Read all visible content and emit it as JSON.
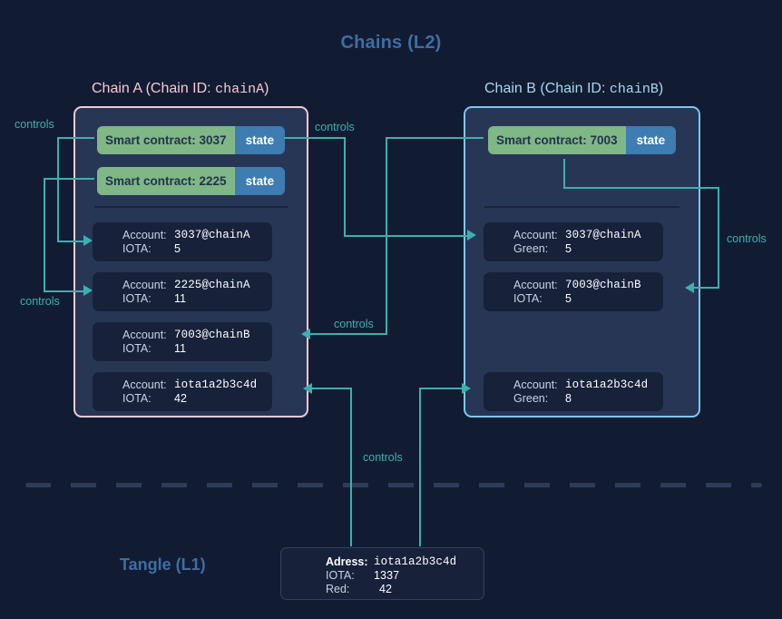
{
  "headings": {
    "l2": "Chains (L2)",
    "l1": "Tangle (L1)"
  },
  "chains": [
    {
      "id": "chainA",
      "title_prefix": "Chain A (Chain ID: ",
      "title_id": "chainA",
      "title_suffix": ")",
      "border_color": "#f6c9d4",
      "contracts": [
        {
          "label": "Smart contract: 3037",
          "state_label": "state"
        },
        {
          "label": "Smart contract: 2225",
          "state_label": "state"
        }
      ],
      "accounts": [
        {
          "key1": "Account:",
          "val1": "3037@chainA",
          "key2": "IOTA:",
          "val2": "5"
        },
        {
          "key1": "Account:",
          "val1": "2225@chainA",
          "key2": "IOTA:",
          "val2": "11"
        },
        {
          "key1": "Account:",
          "val1": "7003@chainB",
          "key2": "IOTA:",
          "val2": "11"
        },
        {
          "key1": "Account:",
          "val1": "iota1a2b3c4d",
          "key2": "IOTA:",
          "val2": "42"
        }
      ]
    },
    {
      "id": "chainB",
      "title_prefix": "Chain B (Chain ID: ",
      "title_id": "chainB",
      "title_suffix": ")",
      "border_color": "#7cc8f0",
      "contracts": [
        {
          "label": "Smart contract: 7003",
          "state_label": "state"
        }
      ],
      "accounts": [
        {
          "key1": "Account:",
          "val1": "3037@chainA",
          "key2": "Green:",
          "val2": "5"
        },
        {
          "key1": "Account:",
          "val1": "7003@chainB",
          "key2": "IOTA:",
          "val2": "5"
        },
        {
          "key1": "Account:",
          "val1": "iota1a2b3c4d",
          "key2": "Green:",
          "val2": "8"
        }
      ]
    }
  ],
  "l1_address": {
    "key1": "Adress:",
    "val1": "iota1a2b3c4d",
    "key2": "IOTA:",
    "val2": "1337",
    "key3": "Red:",
    "val3": "42"
  },
  "connectors": {
    "labels": [
      "controls",
      "controls",
      "controls",
      "controls",
      "controls",
      "controls"
    ]
  },
  "colors": {
    "background": "#111c33",
    "panel": "#283655",
    "card": "#17213a",
    "contract_green": "#7fb786",
    "contract_blue": "#3e7cb1",
    "connector": "#3cb0ad",
    "heading": "#3f6da3",
    "chain_a_accent": "#f6c9d4",
    "chain_b_accent": "#7cc8f0",
    "tangle_dash": "#2e3c59"
  }
}
